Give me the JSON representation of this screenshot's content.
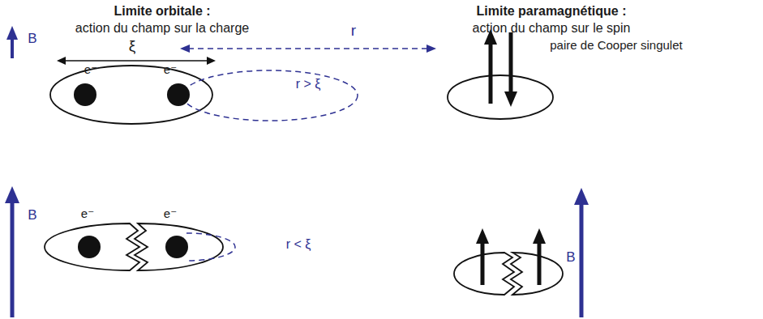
{
  "diagram": {
    "labels": [
      "Limite orbitale :",
      "action du champ sur la charge",
      "Limite paramagnétique :",
      "action du champ sur le spin",
      "ξ",
      "r",
      "B",
      "e⁻",
      "e⁻",
      "r > ξ",
      "e⁻",
      "e⁻",
      "r < ξ",
      "B",
      "paire de Cooper singulet",
      "B"
    ]
  }
}
